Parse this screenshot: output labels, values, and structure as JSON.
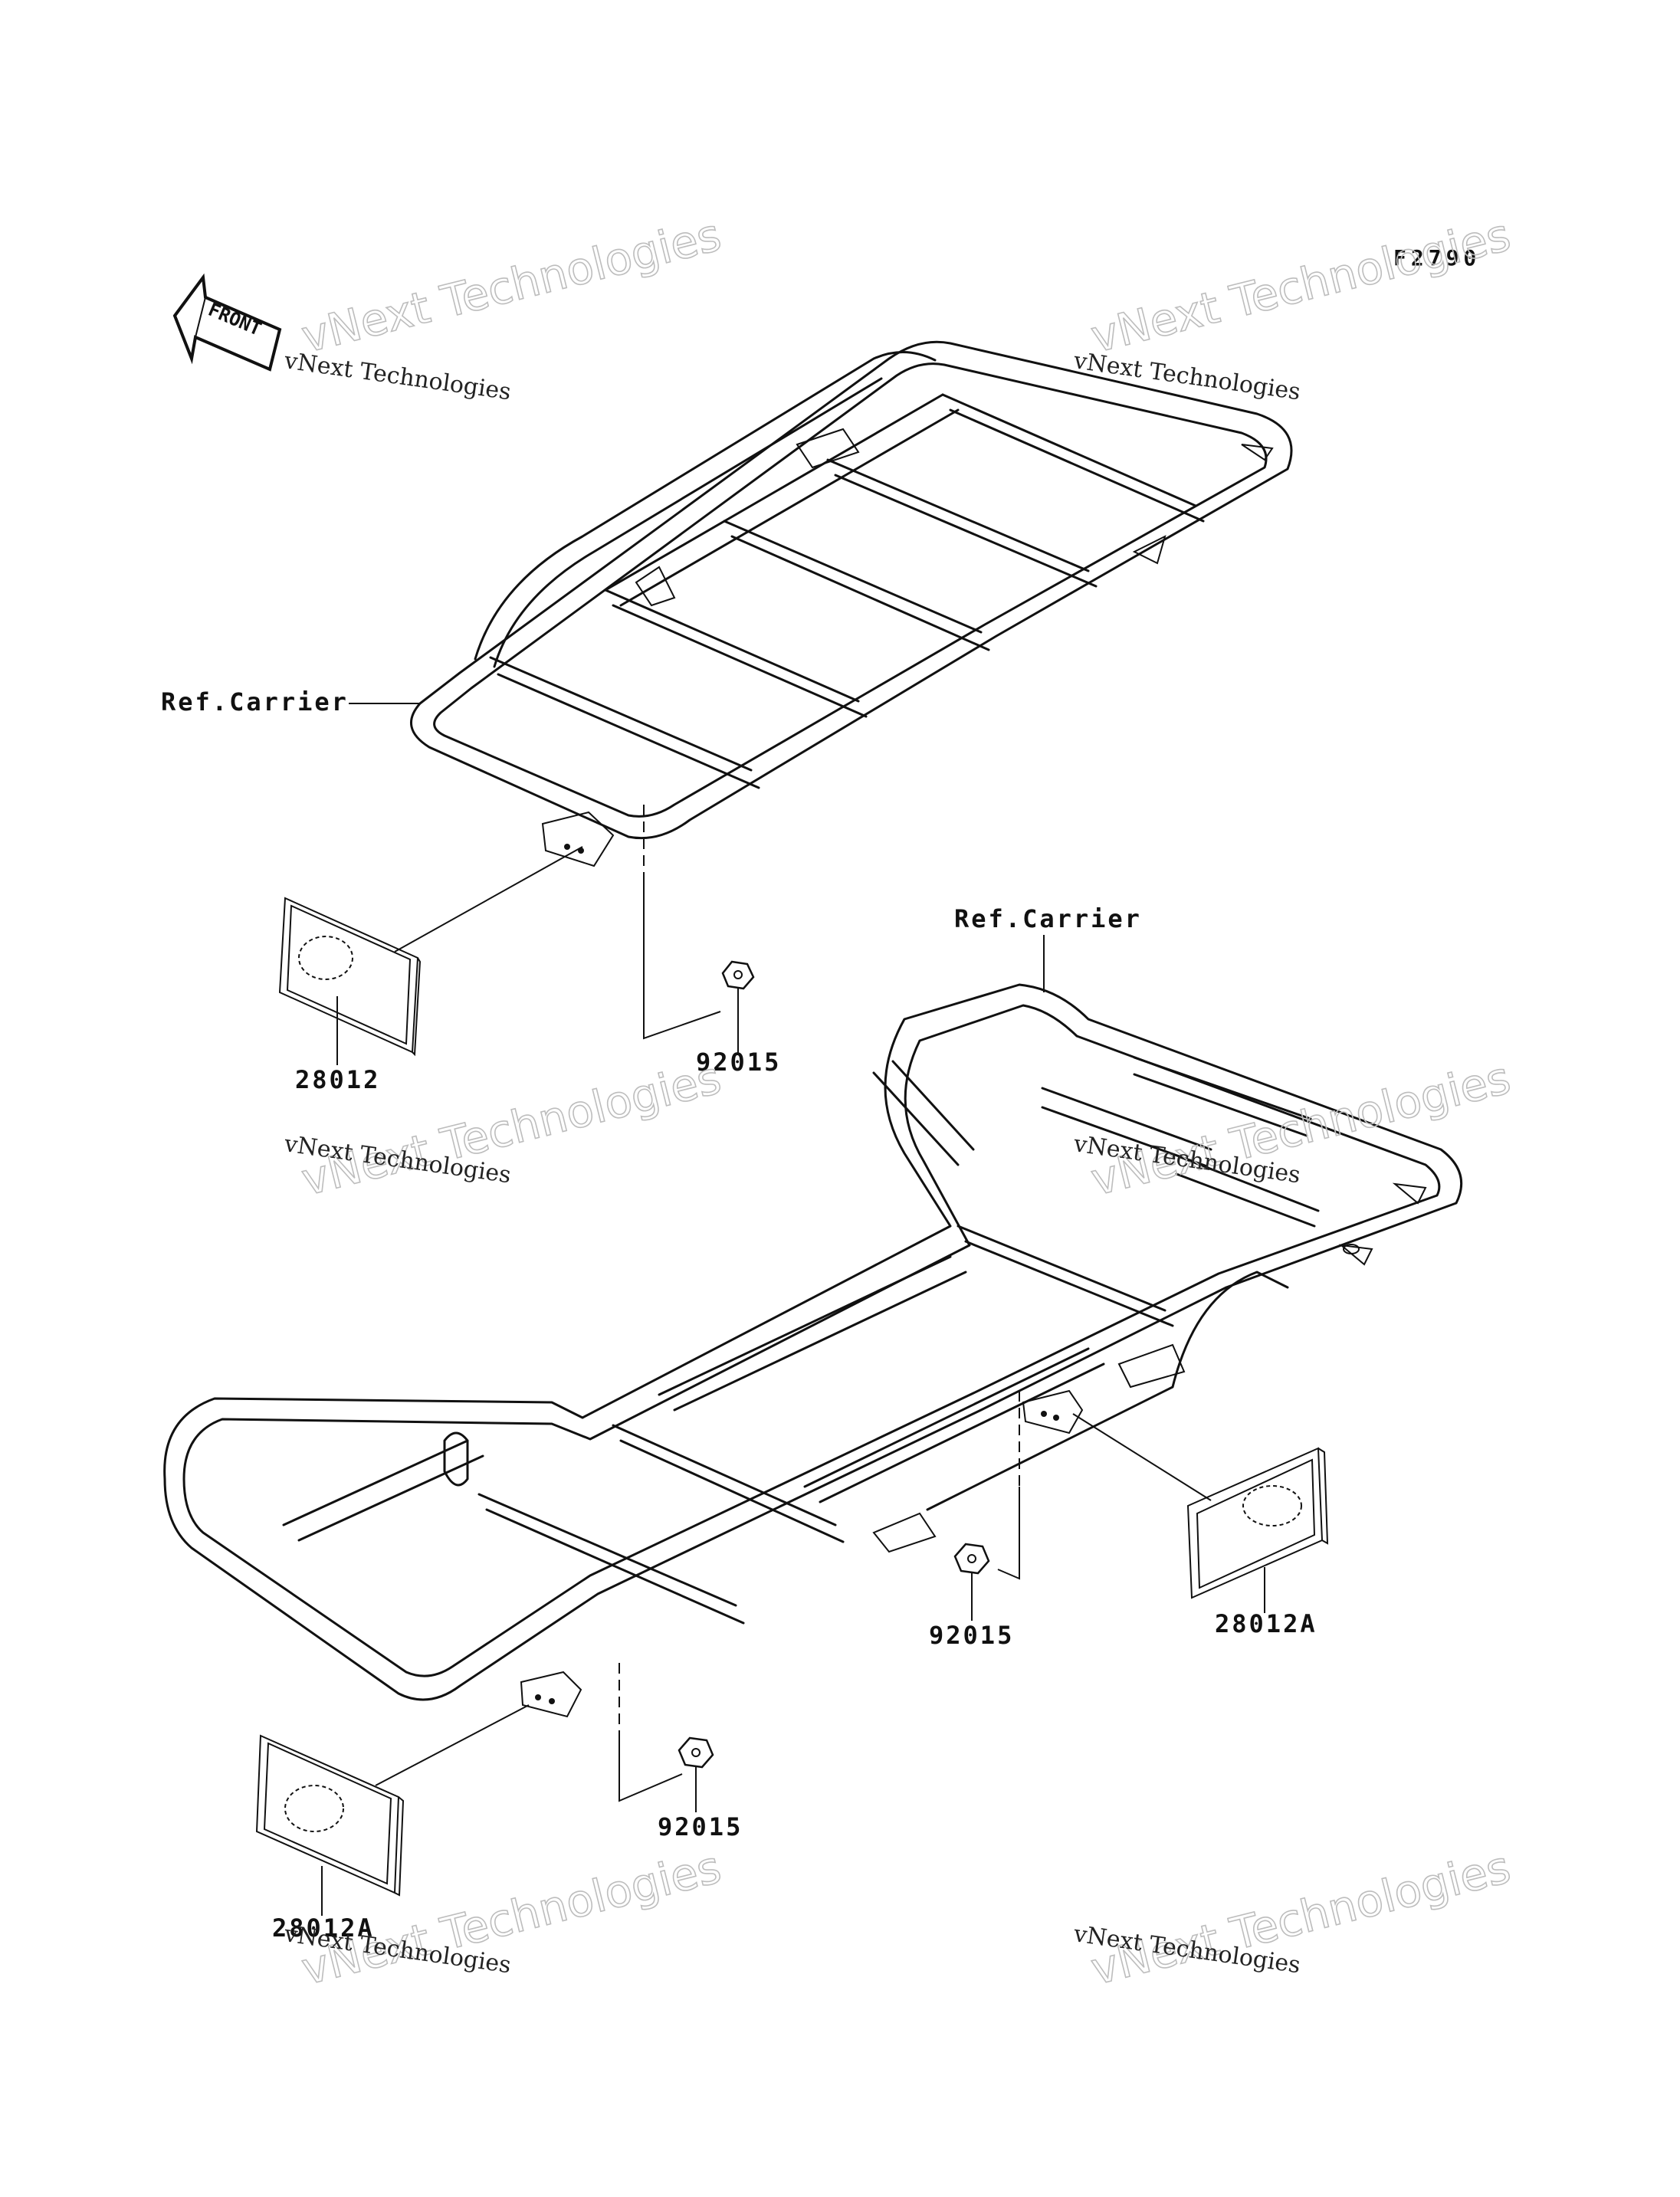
{
  "figure_code": "F2790",
  "front_label": "FRONT",
  "watermark": {
    "line1": "vNext Technologies",
    "line2": "vNext Technologies"
  },
  "labels": {
    "ref_carrier_front": "Ref.Carrier",
    "ref_carrier_rear": "Ref.Carrier",
    "part_28012": "28012",
    "part_92015_front": "92015",
    "part_92015_rear_center": "92015",
    "part_92015_rear_left": "92015",
    "part_28012A_right": "28012A",
    "part_28012A_left": "28012A"
  }
}
